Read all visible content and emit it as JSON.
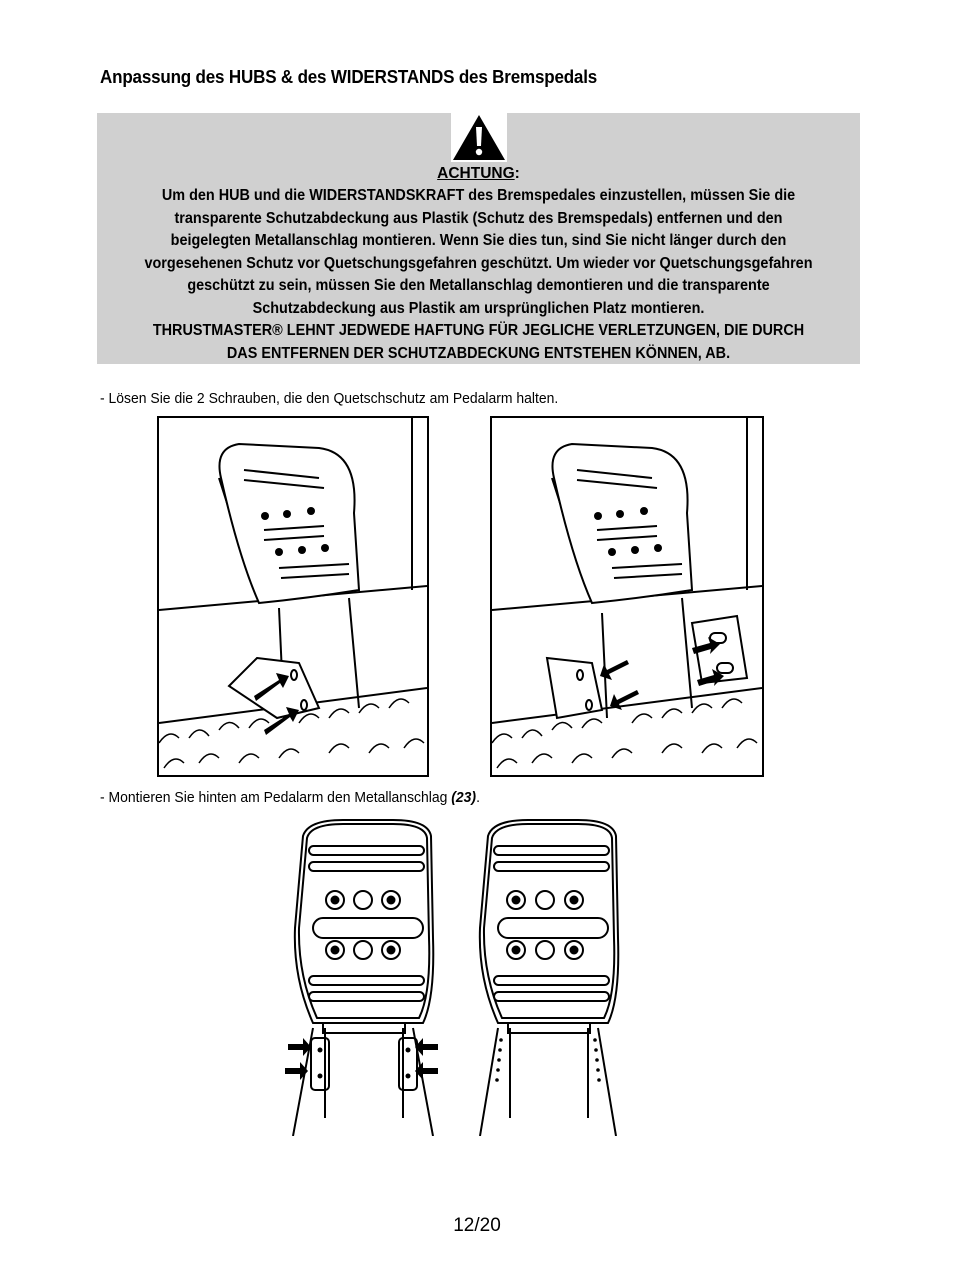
{
  "heading": "Anpassung des HUBS & des WIDERSTANDS des Bremspedals",
  "warning": {
    "icon": "warning-triangle-icon",
    "title": "ACHTUNG",
    "title_suffix": ":",
    "lines": [
      "Um den HUB und die WIDERSTANDSKRAFT des Bremspedales einzustellen, müssen Sie die",
      "transparente Schutzabdeckung aus Plastik (Schutz des Bremspedals) entfernen und den",
      "beigelegten Metallanschlag montieren. Wenn Sie dies tun, sind Sie nicht länger durch den",
      "vorgesehenen Schutz vor Quetschungsgefahren geschützt. Um wieder vor Quetschungsgefahren",
      "geschützt zu sein, müssen Sie den Metallanschlag demontieren und die transparente",
      "Schutzabdeckung aus Plastik am ursprünglichen Platz montieren.",
      "THRUSTMASTER® LEHNT  JEDWEDE HAFTUNG FÜR JEGLICHE VERLETZUNGEN, DIE DURCH",
      "DAS ENTFERNEN DER SCHUTZABDECKUNG ENTSTEHEN KÖNNEN, AB."
    ]
  },
  "steps": {
    "step1": "- Lösen Sie die 2 Schrauben, die den Quetschschutz am Pedalarm halten.",
    "step2_prefix": "- Montieren Sie hinten am Pedalarm den Metallanschlag ",
    "step2_ref": "(23)",
    "step2_suffix": "."
  },
  "figures": {
    "remove_guard_left": "pedal-guard-screws-illustration",
    "remove_guard_right": "pedal-guard-removed-illustration",
    "stop_mounted": "metal-stop-mounted-illustration",
    "stop_not_mounted": "pedal-without-stop-illustration"
  },
  "page_number": "12/20"
}
